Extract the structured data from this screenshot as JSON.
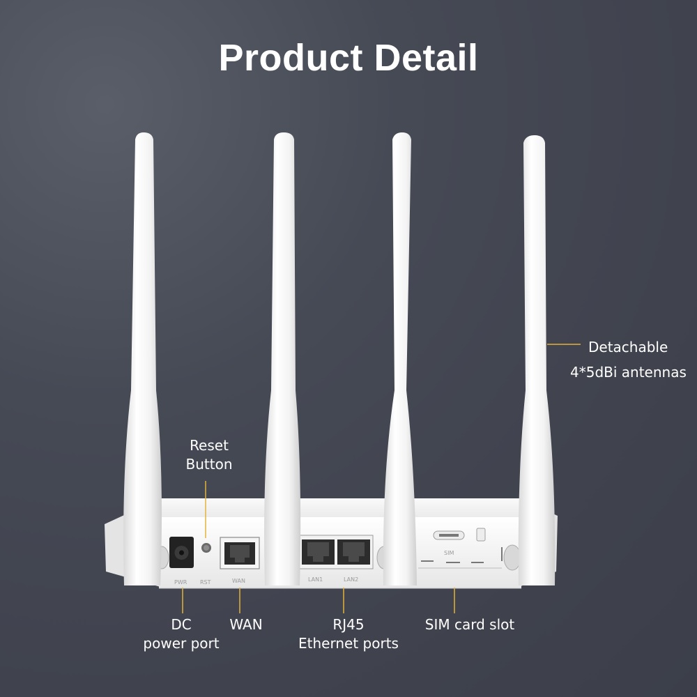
{
  "header": {
    "title": "Product Detail"
  },
  "callouts": {
    "antennas": {
      "line1": "Detachable",
      "line2": "4*5dBi antennas"
    },
    "reset": {
      "line1": "Reset",
      "line2": "Button"
    },
    "dc": {
      "line1": "DC",
      "line2": "power port"
    },
    "wan": {
      "line1": "WAN"
    },
    "rj45": {
      "line1": "RJ45",
      "line2": "Ethernet ports"
    },
    "sim": {
      "line1": "SIM card slot"
    }
  },
  "port_labels": {
    "pwr": "PWR",
    "rst": "RST",
    "wan": "WAN",
    "lan1": "LAN1",
    "lan2": "LAN2",
    "sim": "SIM"
  },
  "colors": {
    "accent_line": "#e3b23c",
    "background": "#444853",
    "device": "#f1f1f1"
  }
}
